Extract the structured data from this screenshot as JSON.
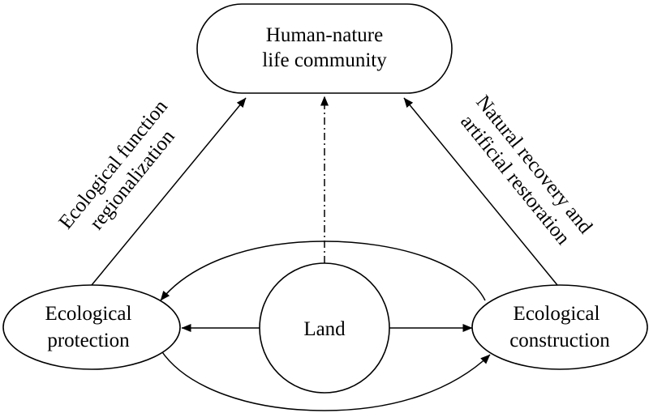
{
  "nodes": {
    "community": {
      "line1": "Human-nature",
      "line2": "life community"
    },
    "protection": {
      "line1": "Ecological",
      "line2": "protection"
    },
    "construction": {
      "line1": "Ecological",
      "line2": "construction"
    },
    "land": {
      "label": "Land"
    }
  },
  "edge_labels": {
    "left": {
      "line1": "Ecological function",
      "line2": "regionalization"
    },
    "right": {
      "line1": "Natural recovery and",
      "line2": "artificial restoration"
    }
  },
  "colors": {
    "stroke": "#000000",
    "background": "#ffffff"
  }
}
